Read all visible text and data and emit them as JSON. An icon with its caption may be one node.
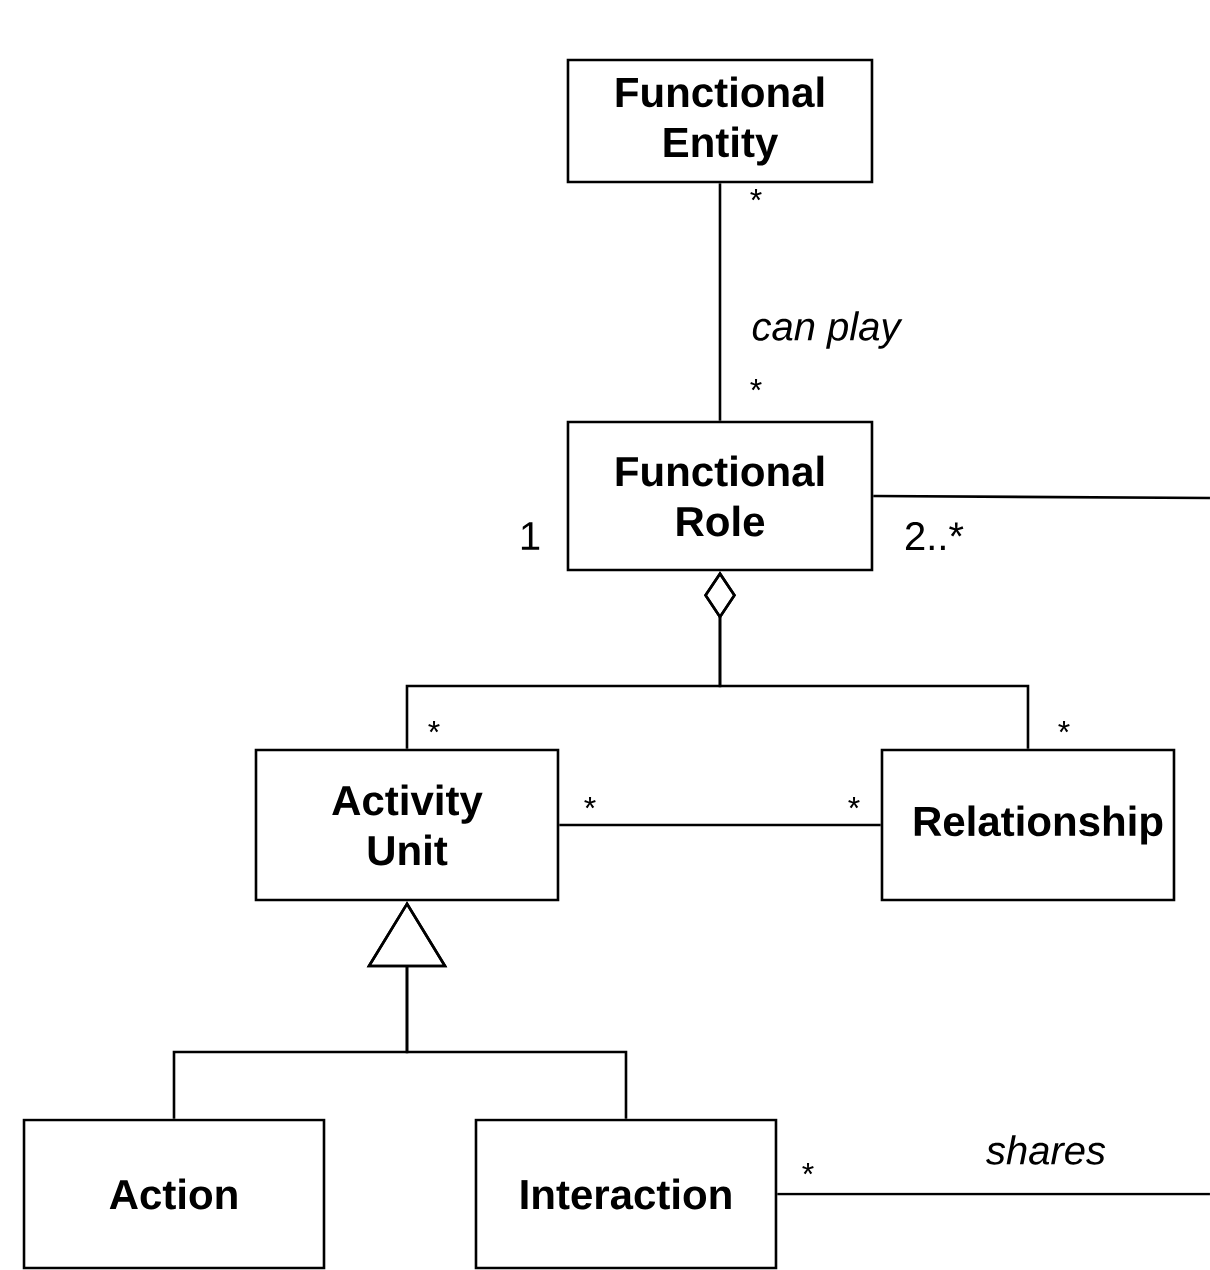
{
  "diagram": {
    "nodes": [
      {
        "text": [
          "Functional Entity"
        ]
      },
      {
        "text": [
          "Functional Role"
        ]
      },
      {
        "text": [
          "Activity Unit"
        ]
      },
      {
        "text": [
          "Relationship"
        ]
      },
      {
        "text": [
          "Action"
        ]
      },
      {
        "text": [
          "Interaction"
        ]
      }
    ],
    "edges": [
      {
        "from": 0,
        "to": 1,
        "arrow": "none",
        "label": "can play"
      },
      {
        "from": 1,
        "to": null,
        "arrow": "none"
      },
      {
        "from": 1,
        "to": 2,
        "arrow": "other"
      },
      {
        "from": 1,
        "to": 3,
        "arrow": "other"
      },
      {
        "from": 2,
        "to": 3,
        "arrow": "none"
      },
      {
        "from": 4,
        "to": 2,
        "arrow": "to"
      },
      {
        "from": 5,
        "to": 2,
        "arrow": "to"
      },
      {
        "from": 5,
        "to": null,
        "arrow": "none",
        "label": "shares"
      }
    ],
    "labels": [
      "*",
      "*",
      "1",
      "2..*",
      "*",
      "*",
      "*",
      "*",
      "*"
    ]
  }
}
